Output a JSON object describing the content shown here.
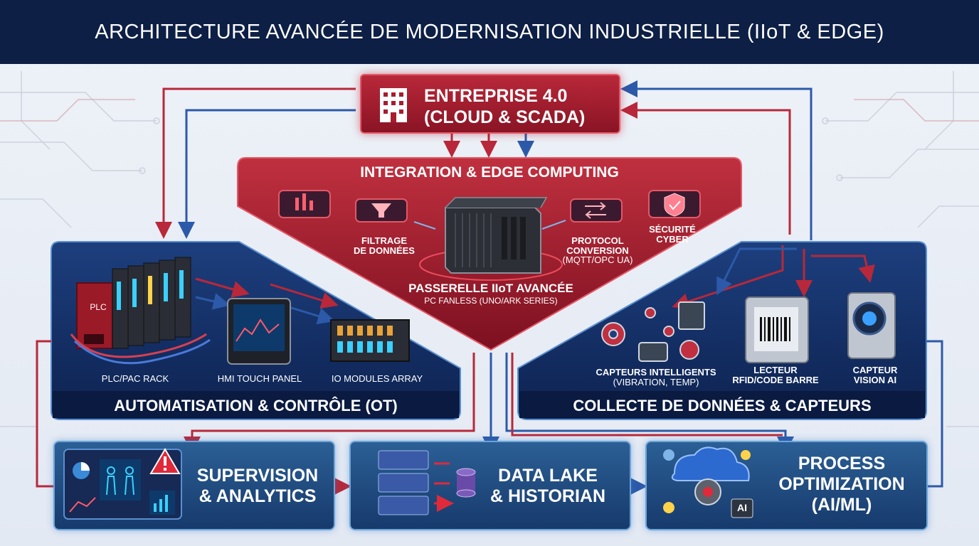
{
  "header": {
    "title": "ARCHITECTURE AVANCÉE DE MODERNISATION INDUSTRIELLE (IIoT & EDGE)"
  },
  "enterprise": {
    "line1": "ENTREPRISE 4.0",
    "line2": "(CLOUD & SCADA)"
  },
  "edge": {
    "title": "INTEGRATION & EDGE COMPUTING",
    "filtrage": {
      "line1": "FILTRAGE",
      "line2": "DE DONNÉES"
    },
    "protocol": {
      "line1": "PROTOCOL",
      "line2": "CONVERSION",
      "line3": "(MQTT/OPC UA)"
    },
    "securite": {
      "line1": "SÉCURITÉ",
      "line2": "CYBER"
    },
    "gateway": {
      "title": "PASSERELLE IIoT AVANCÉE",
      "subtitle": "PC FANLESS (UNO/ARK SERIES)"
    }
  },
  "ot": {
    "title": "AUTOMATISATION & CONTRÔLE (OT)",
    "plc_rack": "PLC/PAC RACK",
    "plc_badge": "PLC",
    "hmi": "HMI TOUCH PANEL",
    "io": "IO MODULES ARRAY"
  },
  "collecte": {
    "title": "COLLECTE DE DONNÉES & CAPTEURS",
    "capteurs": {
      "line1": "CAPTEURS INTELLIGENTS",
      "line2": "(VIBRATION, TEMP)"
    },
    "rfid": {
      "line1": "LECTEUR",
      "line2": "RFID/CODE BARRE"
    },
    "vision": {
      "line1": "CAPTEUR",
      "line2": "VISION AI"
    }
  },
  "bottom": {
    "supervision": {
      "line1": "SUPERVISION",
      "line2": "& ANALYTICS"
    },
    "datalake": {
      "line1": "DATA LAKE",
      "line2": "& HISTORIAN"
    },
    "process": {
      "line1": "PROCESS",
      "line2": "OPTIMIZATION",
      "line3": "(AI/ML)",
      "ai_badge": "AI"
    }
  },
  "colors": {
    "navy": "#0d1f45",
    "red": "#a81c2e",
    "blue": "#1f4f95",
    "flow_red": "#b8283a",
    "flow_blue": "#2c5aa8"
  }
}
